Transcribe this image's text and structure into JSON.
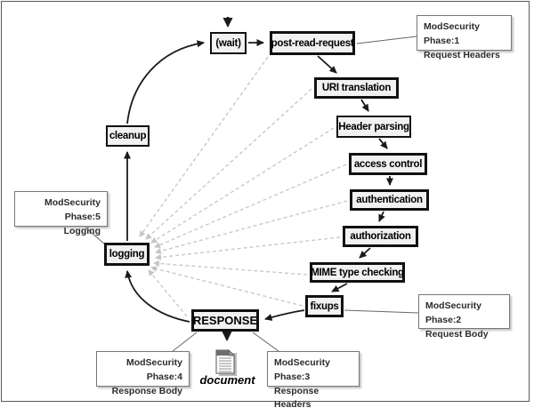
{
  "flow": {
    "wait": "(wait)",
    "post_read_request": "post-read-request",
    "uri_translation": "URI translation",
    "header_parsing": "Header parsing",
    "access_control": "access control",
    "authentication": "authentication",
    "authorization": "authorization",
    "mime_type_checking": "MIME type checking",
    "fixups": "fixups",
    "response": "RESPONSE",
    "logging": "logging",
    "cleanup": "cleanup"
  },
  "callouts": {
    "phase1": {
      "line1": "ModSecurity Phase:1",
      "line2": "Request Headers"
    },
    "phase2": {
      "line1": "ModSecurity Phase:2",
      "line2": "Request Body"
    },
    "phase3": {
      "line1": "ModSecurity Phase:3",
      "line2": "Response Headers"
    },
    "phase4": {
      "line1": "ModSecurity Phase:4",
      "line2": "Response Body"
    },
    "phase5": {
      "line1": "ModSecurity Phase:5",
      "line2": "Logging"
    }
  },
  "document_label": "document",
  "colors": {
    "box_fill": "#f1f1f1",
    "box_border": "#111111",
    "dashed_arrow": "#c4c4c4",
    "callout_border": "#777777",
    "solid_arrow": "#1a1a1a"
  }
}
